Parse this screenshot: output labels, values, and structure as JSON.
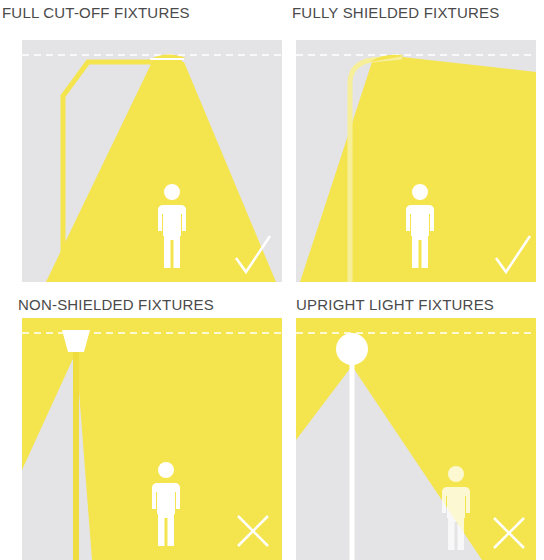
{
  "diagram": {
    "nodes": [
      {
        "text": [
          "FULL CUT-OFF FIXTURES"
        ]
      },
      {
        "text": [
          "FULLY SHIELDED FIXTURES"
        ]
      },
      {
        "text": [
          "NON-SHIELDED FIXTURES"
        ]
      },
      {
        "text": [
          "UPRIGHT LIGHT FIXTURES"
        ]
      }
    ]
  }
}
